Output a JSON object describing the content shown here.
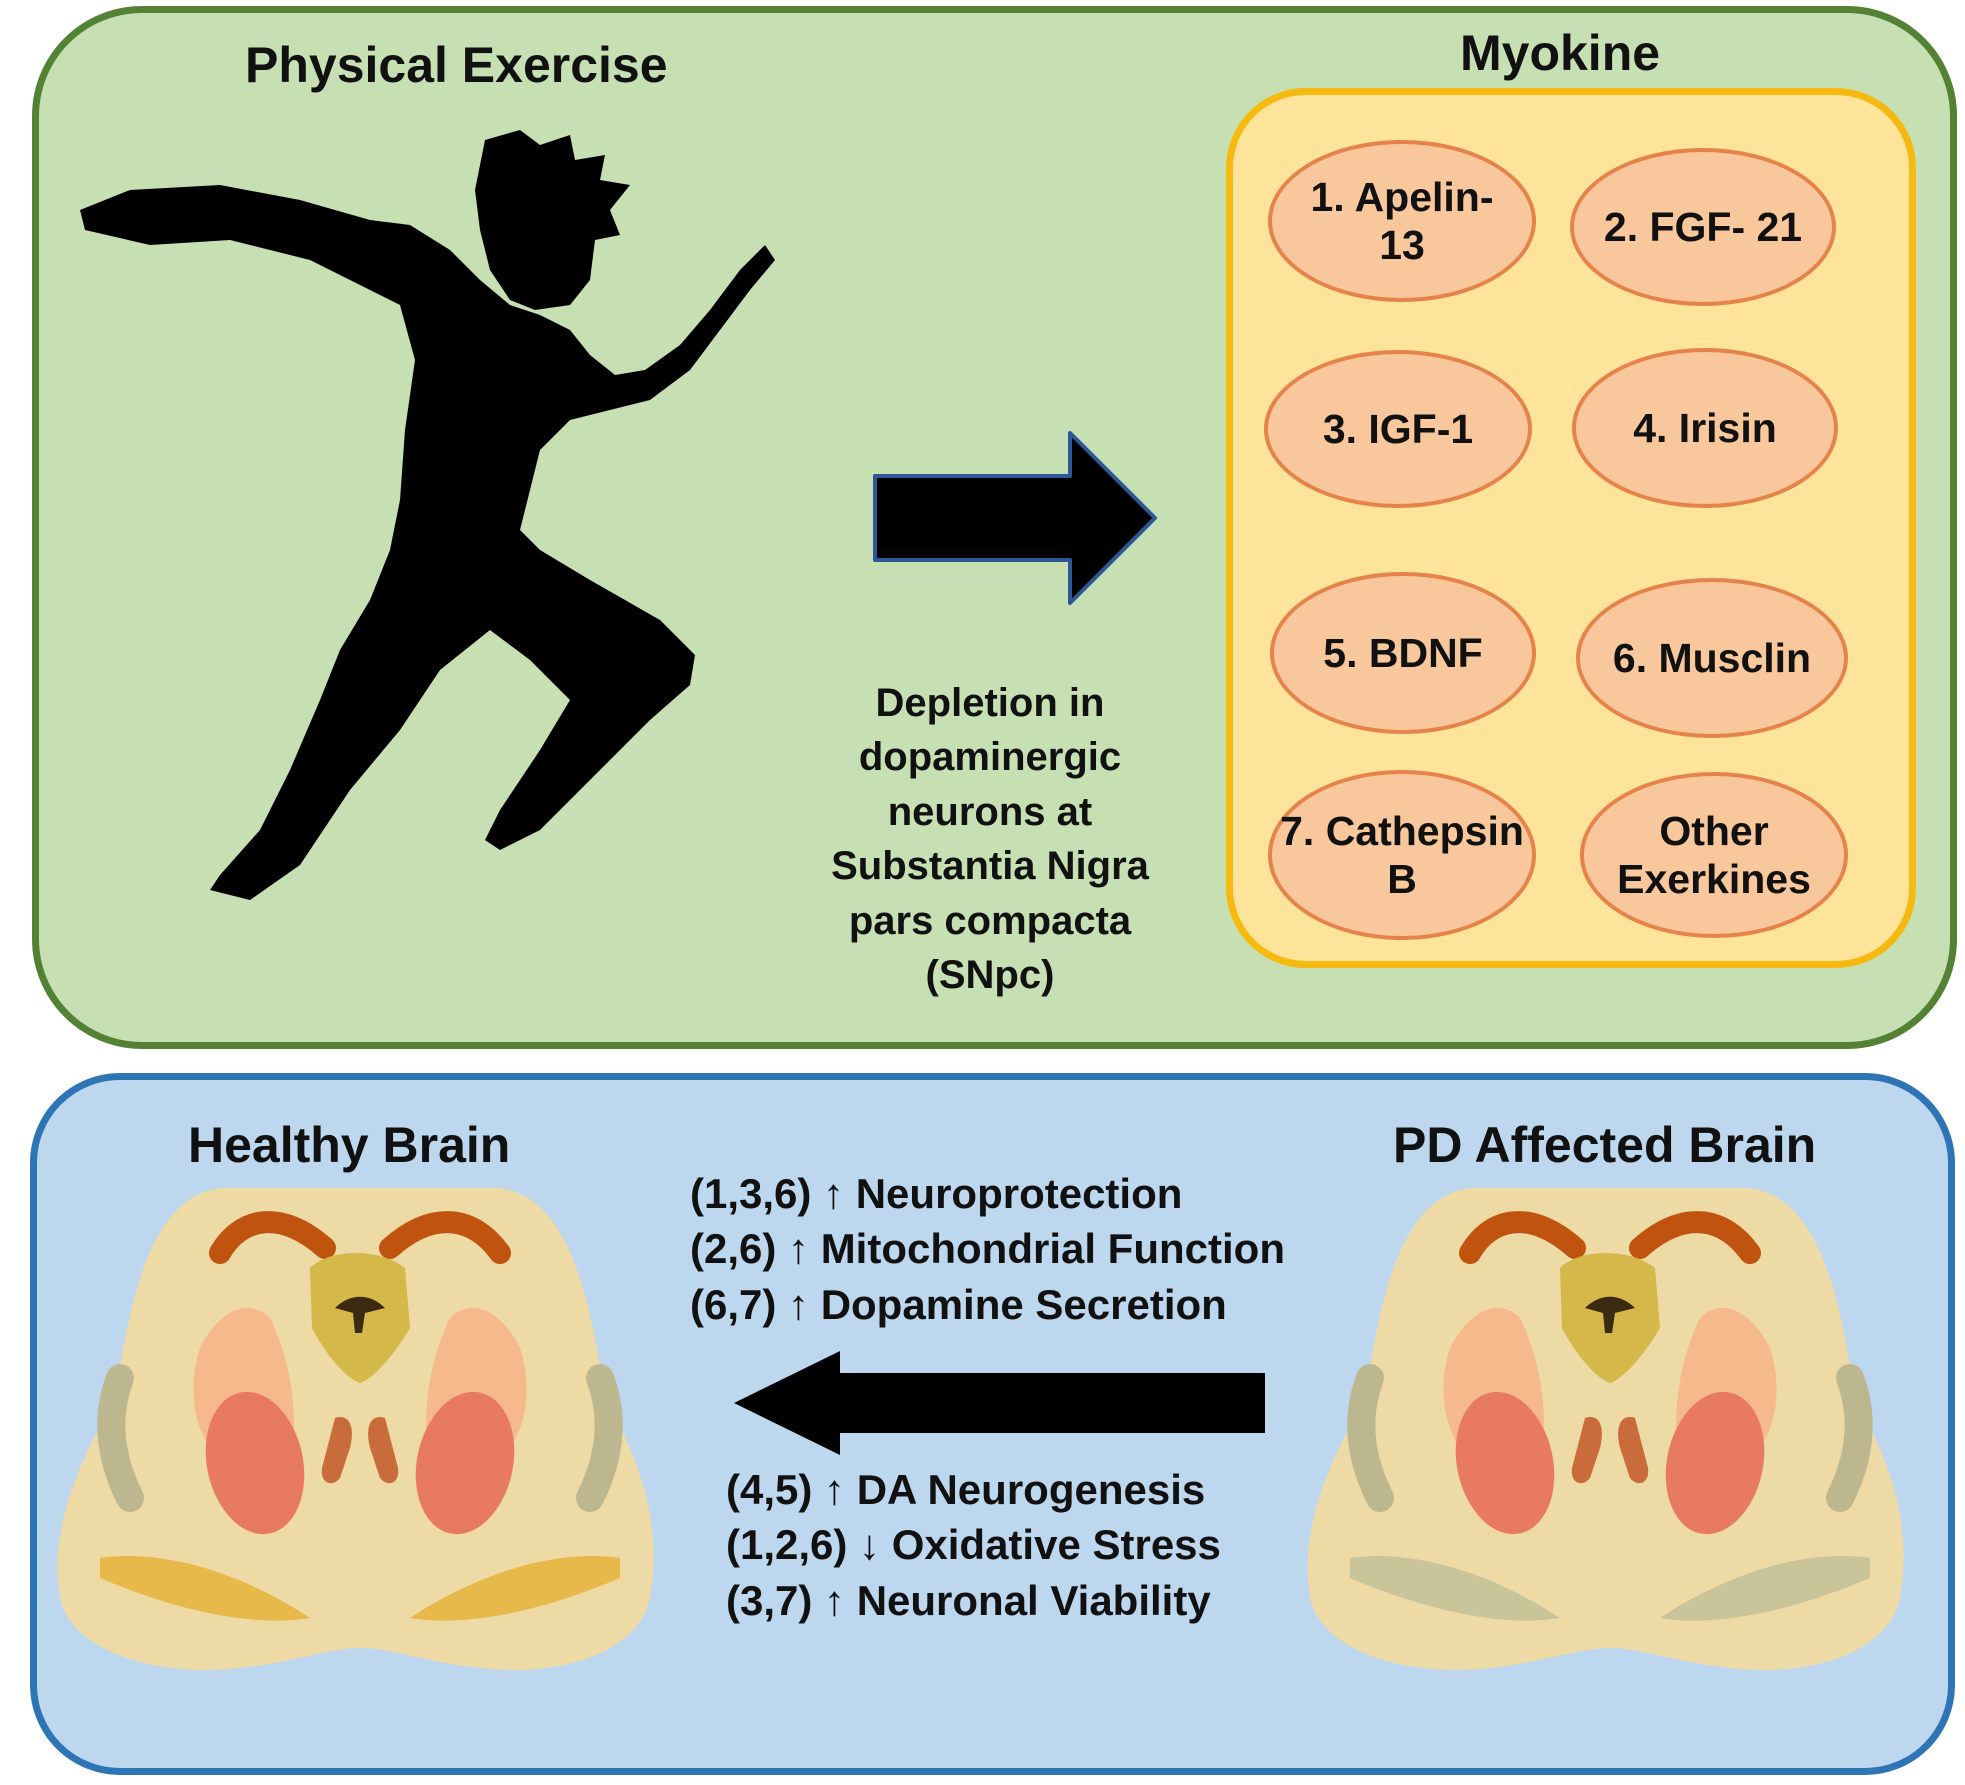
{
  "top_panel": {
    "exercise_title": "Physical Exercise",
    "myokine_title": "Myokine",
    "depletion_lines": [
      "Depletion in",
      "dopaminergic",
      "neurons at",
      "Substantia Nigra",
      "pars compacta",
      "(SNpc)"
    ],
    "myokines": [
      "1. Apelin-\n13",
      "2. FGF- 21",
      "3. IGF-1",
      "4. Irisin",
      "5. BDNF",
      "6. Musclin",
      "7. Cathepsin\nB",
      "Other\nExerkines"
    ]
  },
  "bottom_panel": {
    "healthy_title": "Healthy Brain",
    "pd_title": "PD Affected Brain",
    "effects_upper": [
      "(1,3,6) ↑ Neuroprotection",
      "(2,6) ↑ Mitochondrial Function",
      "(6,7) ↑ Dopamine Secretion"
    ],
    "effects_lower": [
      "(4,5) ↑ DA Neurogenesis",
      "(1,2,6) ↓ Oxidative Stress",
      "(3,7) ↑ Neuronal Viability"
    ]
  },
  "colors": {
    "top_fill": "#c6e0b4",
    "top_border": "#548235",
    "bottom_fill": "#bdd7ee",
    "bottom_border": "#2e75b6",
    "myokine_fill": "#fde49a",
    "myokine_border": "#f5b90f",
    "oval_fill": "#f8c79b",
    "oval_border": "#e6834a",
    "brain_base": "#eedaa5",
    "healthy_lower_band": "#e6b94a",
    "pd_lower_band": "#c9c49a"
  }
}
